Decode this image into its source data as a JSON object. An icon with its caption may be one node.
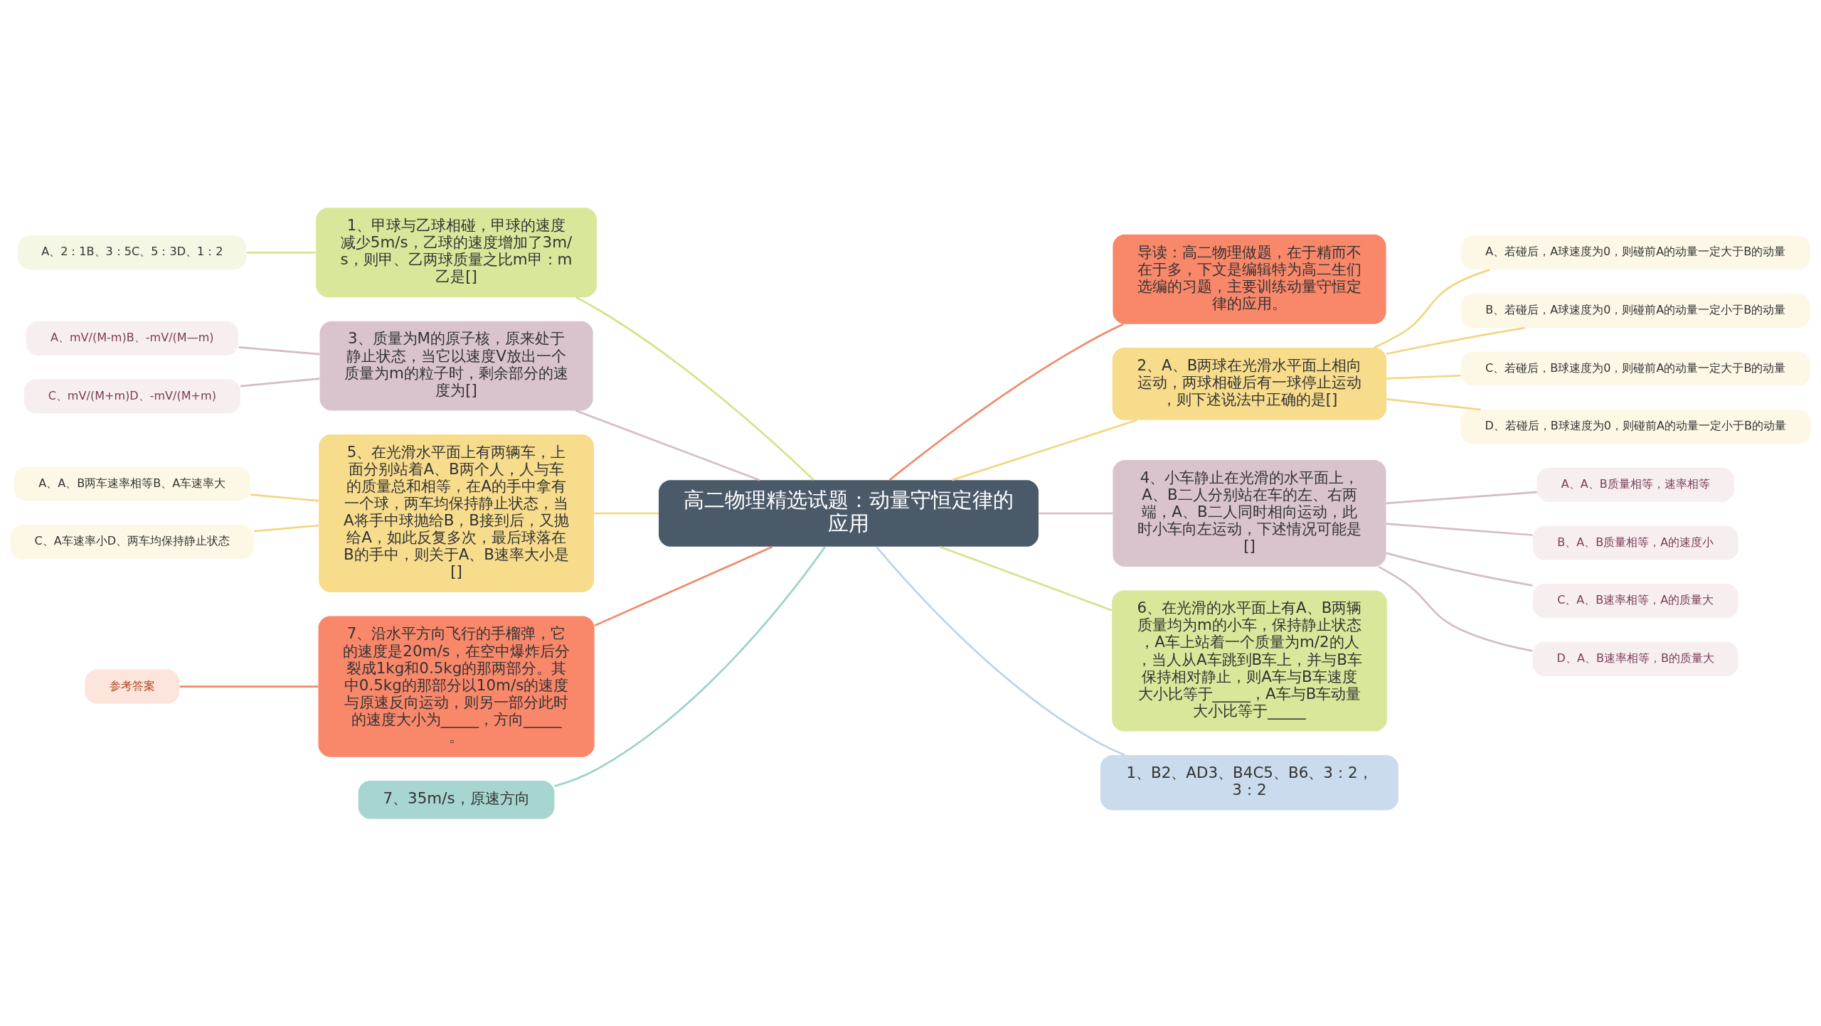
{
  "diagram": {
    "nodes": [
      {
        "text": [
          "高二物理精选试题：动量守恒定律的应用"
        ]
      },
      {
        "text": [
          "导读：高二物理做题，在于精而不在于多，下文是编辑特为高二生们选编的习题，主要训练动量守恒定律的应用。"
        ]
      },
      {
        "text": [
          "2、A、B两球在光滑水平面上相向运动，两球相碰后有一球停止运动，则下述说法中正确的是[]"
        ]
      },
      {
        "text": [
          "A、若碰后，A球速度为0，则碰前A的动量一定大于B的动量"
        ]
      },
      {
        "text": [
          "B、若碰后，A球速度为0，则碰前A的动量一定小于B的动量"
        ]
      },
      {
        "text": [
          "C、若碰后，B球速度为0，则碰前A的动量一定大于B的动量"
        ]
      },
      {
        "text": [
          "D、若碰后，B球速度为0，则碰前A的动量一定小于B的动量"
        ]
      },
      {
        "text": [
          "4、小车静止在光滑的水平面上，A、B二人分别站在车的左、右两端，A、B二人同时相向运动，此时小车向左运动，下述情况可能是[]"
        ]
      },
      {
        "text": [
          "A、A、B质量相等，速率相等"
        ]
      },
      {
        "text": [
          "B、A、B质量相等，A的速度小"
        ]
      },
      {
        "text": [
          "C、A、B速率相等，A的质量大"
        ]
      },
      {
        "text": [
          "D、A、B速率相等，B的质量大"
        ]
      },
      {
        "text": [
          "6、在光滑的水平面上有A、B两辆质量均为m的小车，保持静止状态，A车上站着一个质量为m/2的人，当人从A车跳到B车上，并与B车保持相对静止，则A车与B车速度大小比等于_____，A车与B车动量大小比等于_____"
        ]
      },
      {
        "text": [
          "1、B2、AD3、B4C5、B6、3：2，3：2"
        ]
      },
      {
        "text": [
          "1、甲球与乙球相碰，甲球的速度减少5m/s，乙球的速度增加了3m/s，则甲、乙两球质量之比m甲：m乙是[]"
        ]
      },
      {
        "text": [
          "A、2：1B、3：5C、5：3D、1：2"
        ]
      },
      {
        "text": [
          "3、质量为M的原子核，原来处于静止状态，当它以速度V放出一个质量为m的粒子时，剩余部分的速度为[]"
        ]
      },
      {
        "text": [
          "A、mV/(M-m)B、-mV/(M—m)"
        ]
      },
      {
        "text": [
          "C、mV/(M+m)D、-mV/(M+m)"
        ]
      },
      {
        "text": [
          "5、在光滑水平面上有两辆车，上面分别站着A、B两个人，人与车的质量总和相等，在A的手中拿有一个球，两车均保持静止状态，当A将手中球抛给B，B接到后，又抛给A，如此反复多次，最后球落在B的手中，则关于A、B速率大小是[]"
        ]
      },
      {
        "text": [
          "A、A、B两车速率相等B、A车速率大"
        ]
      },
      {
        "text": [
          "C、A车速率小D、两车均保持静止状态"
        ]
      },
      {
        "text": [
          "7、沿水平方向飞行的手榴弹，它的速度是20m/s，在空中爆炸后分裂成1kg和0.5kg的那两部分。其中0.5kg的那部分以10m/s的速度与原速反向运动，则另一部分此时的速度大小为_____，方向_____。"
        ]
      },
      {
        "text": [
          "参考答案"
        ]
      },
      {
        "text": [
          "7、35m/s，原速方向"
        ]
      }
    ],
    "edges": [
      {
        "from": 0,
        "to": 1,
        "arrow": "none",
        "color": "#f08a6a"
      },
      {
        "from": 0,
        "to": 2,
        "arrow": "none",
        "color": "#f2d680"
      },
      {
        "from": 2,
        "to": 3,
        "arrow": "none",
        "color": "#f2d680"
      },
      {
        "from": 2,
        "to": 4,
        "arrow": "none",
        "color": "#f2d680"
      },
      {
        "from": 2,
        "to": 5,
        "arrow": "none",
        "color": "#f2d680"
      },
      {
        "from": 2,
        "to": 6,
        "arrow": "none",
        "color": "#f2d680"
      },
      {
        "from": 0,
        "to": 7,
        "arrow": "none",
        "color": "#d4bcc6"
      },
      {
        "from": 7,
        "to": 8,
        "arrow": "none",
        "color": "#d4bcc6"
      },
      {
        "from": 7,
        "to": 9,
        "arrow": "none",
        "color": "#d4bcc6"
      },
      {
        "from": 7,
        "to": 10,
        "arrow": "none",
        "color": "#d4bcc6"
      },
      {
        "from": 7,
        "to": 11,
        "arrow": "none",
        "color": "#d4bcc6"
      },
      {
        "from": 0,
        "to": 12,
        "arrow": "none",
        "color": "#d4e38a"
      },
      {
        "from": 0,
        "to": 13,
        "arrow": "none",
        "color": "#bcd3e8"
      },
      {
        "from": 0,
        "to": 14,
        "arrow": "none",
        "color": "#d4e38a"
      },
      {
        "from": 14,
        "to": 15,
        "arrow": "none",
        "color": "#d4e38a"
      },
      {
        "from": 0,
        "to": 16,
        "arrow": "none",
        "color": "#d4bcc6"
      },
      {
        "from": 16,
        "to": 17,
        "arrow": "none",
        "color": "#d4bcc6"
      },
      {
        "from": 16,
        "to": 18,
        "arrow": "none",
        "color": "#d4bcc6"
      },
      {
        "from": 0,
        "to": 19,
        "arrow": "none",
        "color": "#f2d680"
      },
      {
        "from": 19,
        "to": 20,
        "arrow": "none",
        "color": "#f2d680"
      },
      {
        "from": 19,
        "to": 21,
        "arrow": "none",
        "color": "#f2d680"
      },
      {
        "from": 0,
        "to": 22,
        "arrow": "none",
        "color": "#f08a6a"
      },
      {
        "from": 22,
        "to": 23,
        "arrow": "none",
        "color": "#f08a6a"
      },
      {
        "from": 0,
        "to": 24,
        "arrow": "none",
        "color": "#9fd3cb"
      }
    ]
  }
}
